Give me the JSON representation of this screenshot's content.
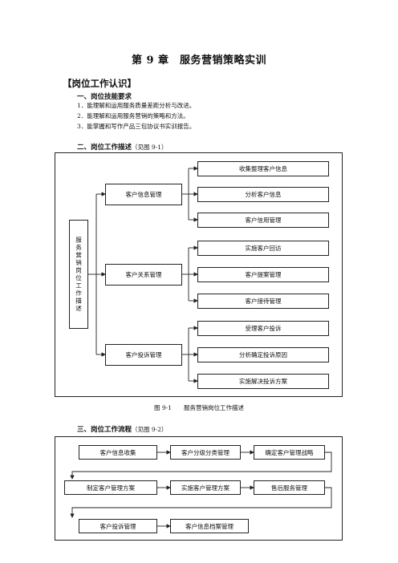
{
  "chapter_title": "第 9 章　服务营销策略实训",
  "section_heading": "【岗位工作认识】",
  "skills": {
    "heading": "一、岗位技能要求",
    "items": [
      "1．能理解和运用服务质量差距分析与改进。",
      "2．能理解和运用服务营销的策略和方法。",
      "3．能掌握和写作产品三包协议书实训报告。"
    ]
  },
  "description": {
    "heading": "二、岗位工作描述",
    "note": "（见图 9-1）",
    "root": "服务营销岗位工作描述",
    "groups": [
      {
        "label": "客户信息管理",
        "tasks": [
          "收集整理客户信息",
          "分析客户信息",
          "客户信用管理"
        ]
      },
      {
        "label": "客户关系管理",
        "tasks": [
          "实施客户回访",
          "客户提案管理",
          "客户接待管理"
        ]
      },
      {
        "label": "客户投诉管理",
        "tasks": [
          "受理客户投诉",
          "分析确定投诉原因",
          "实施解决投诉方案"
        ]
      }
    ],
    "caption": "图 9-1　　服务营销岗位工作描述"
  },
  "process": {
    "heading": "三、岗位工作流程",
    "note": "（见图 9-2）",
    "rows": [
      [
        "客户信息收集",
        "客户分级分类管理",
        "确定客户管理战略"
      ],
      [
        "制定客户管理方案",
        "实施客户管理方案",
        "售后服务管理"
      ],
      [
        "客户投诉管理",
        "客户信息档案管理"
      ]
    ]
  }
}
